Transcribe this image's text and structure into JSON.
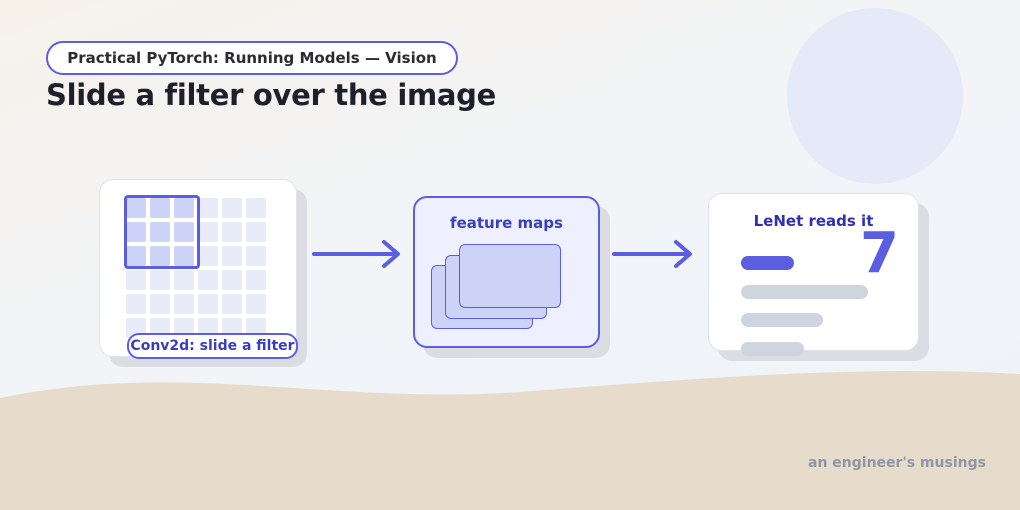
{
  "header": {
    "series_label": "Practical PyTorch: Running Models — Vision",
    "title": "Slide a filter over the image"
  },
  "diagram": {
    "step1_label": "Conv2d: slide a filter",
    "step2_label": "feature maps",
    "step3_label": "LeNet reads it",
    "predicted_digit": "7"
  },
  "footer": {
    "credit": "an engineer's musings"
  },
  "colors": {
    "accent": "#5b5ee0",
    "accent_text": "#3a3dbe",
    "grid_cell": "#e8ebf8",
    "filter_cell": "#cdd3f6",
    "bar_gray": "#cfd5de",
    "sand": "#e7dccb"
  }
}
